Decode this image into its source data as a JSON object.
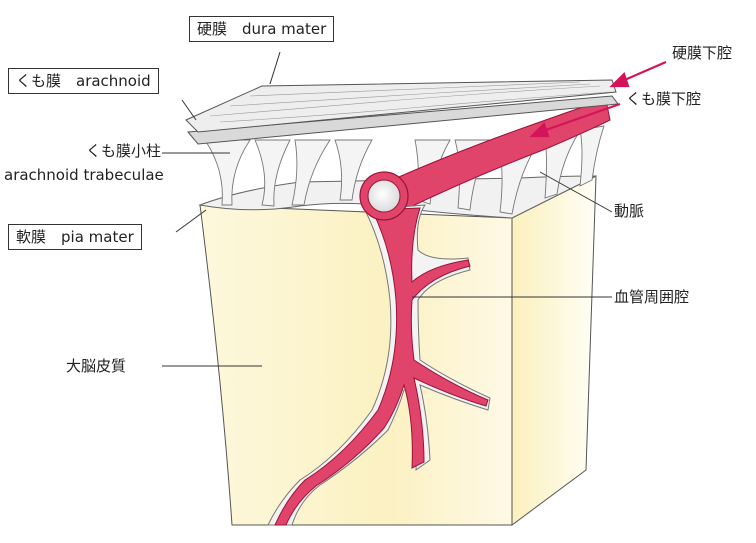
{
  "labels": {
    "dura": "硬膜　dura mater",
    "arachnoid": "くも膜　arachnoid",
    "trabeculae_jp": "くも膜小柱",
    "trabeculae_en": "arachnoid trabeculae",
    "pia": "軟膜　pia mater",
    "subdural": "硬膜下腔",
    "subarachnoid": "くも膜下腔",
    "artery": "動脈",
    "perivascular": "血管周囲腔",
    "cortex": "大脳皮質"
  },
  "colors": {
    "vessel": "#e0446a",
    "vessel_dark": "#a9143e",
    "cortex": "#fbf3c9",
    "arrow": "#d4145a",
    "membrane": "#eeeeee"
  }
}
